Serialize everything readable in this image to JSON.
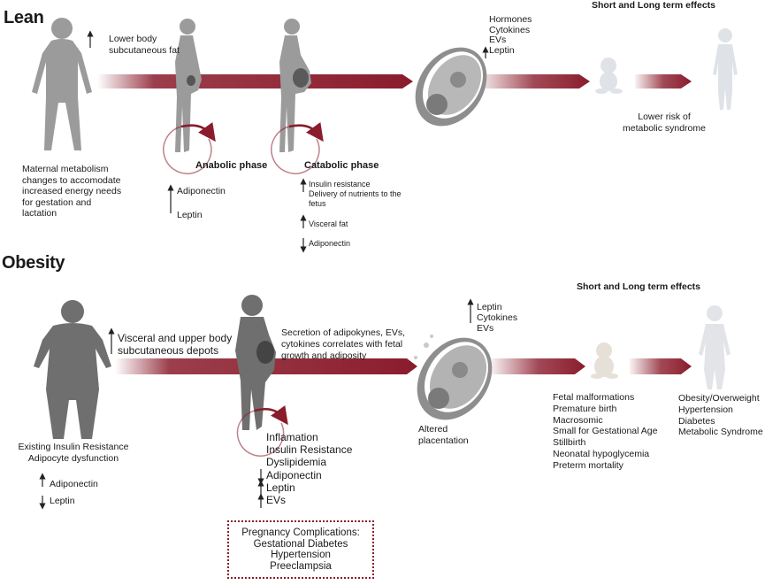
{
  "colors": {
    "accent": "#8a1c2c",
    "figure_lean": "#9b9b9b",
    "figure_obese": "#6f6f6f",
    "ghost": "#d9dde2"
  },
  "lean": {
    "heading": "Lean",
    "fat_note": "Lower body\nsubcutaneous fat",
    "maternal_note": "Maternal metabolism\nchanges to accomodate\nincreased energy needs\nfor gestation and\nlactation",
    "anabolic": {
      "label": "Anabolic phase",
      "adiponectin": "Adiponectin",
      "leptin": "Leptin"
    },
    "catabolic": {
      "label": "Catabolic phase",
      "resistance": "Insulin resistance\nDelivery of nutrients to the\nfetus",
      "visceral": "Visceral fat",
      "adiponectin": "Adiponectin"
    },
    "placenta_factors": [
      "Hormones",
      "Cytokines",
      "EVs",
      "Leptin"
    ],
    "effects_heading": "Short and Long term effects",
    "outcome": "Lower risk of\nmetabolic syndrome"
  },
  "obesity": {
    "heading": "Obesity",
    "depot_note": "Visceral and upper body\nsubcutaneous depots",
    "baseline": "Existing Insulin Resistance\nAdipocyte dysfunction",
    "adiponectin": "Adiponectin",
    "leptin": "Leptin",
    "secretion_note": "Secretion of adipokynes, EVs,\ncytokines correlates with fetal\ngrowth and adiposity",
    "conditions": [
      "Inflamation",
      "Insulin Resistance",
      "Dyslipidemia",
      "Adiponectin",
      "Leptin",
      "EVs"
    ],
    "complications_title": "Pregnancy Complications:",
    "complications": [
      "Gestational Diabetes",
      "Hypertension",
      "Preeclampsia"
    ],
    "placenta_factors": [
      "Leptin",
      "Cytokines",
      "EVs"
    ],
    "placenta_label": "Altered\nplacentation",
    "effects_heading": "Short and Long term effects",
    "fetal_outcomes": [
      "Fetal malformations",
      "Premature birth",
      "Macrosomic",
      "Small for Gestational Age",
      "Stillbirth",
      "Neonatal hypoglycemia",
      "Preterm mortality"
    ],
    "adult_outcomes": [
      "Obesity/Overweight",
      "Hypertension",
      "Diabetes",
      "Metabolic Syndrome"
    ]
  }
}
